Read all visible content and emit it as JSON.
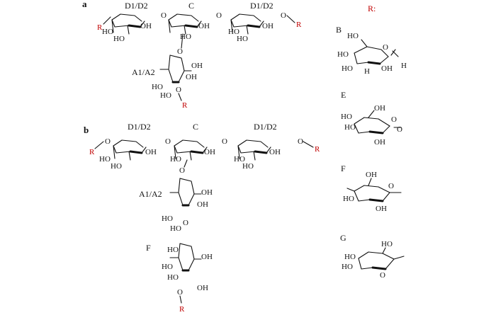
{
  "panels": {
    "a": "a",
    "b": "b"
  },
  "r_header": "R:",
  "unit_labels": {
    "d1d2": "D1/D2",
    "c": "C",
    "a1a2": "A1/A2",
    "f": "F"
  },
  "r_units": {
    "b": "B",
    "e": "E",
    "f": "F",
    "g": "G"
  },
  "atoms": {
    "r": "R",
    "o": "O",
    "ho": "HO",
    "oh": "OH",
    "h": "H"
  },
  "colors": {
    "r_group": "#c00000",
    "bonds": "#111111"
  }
}
